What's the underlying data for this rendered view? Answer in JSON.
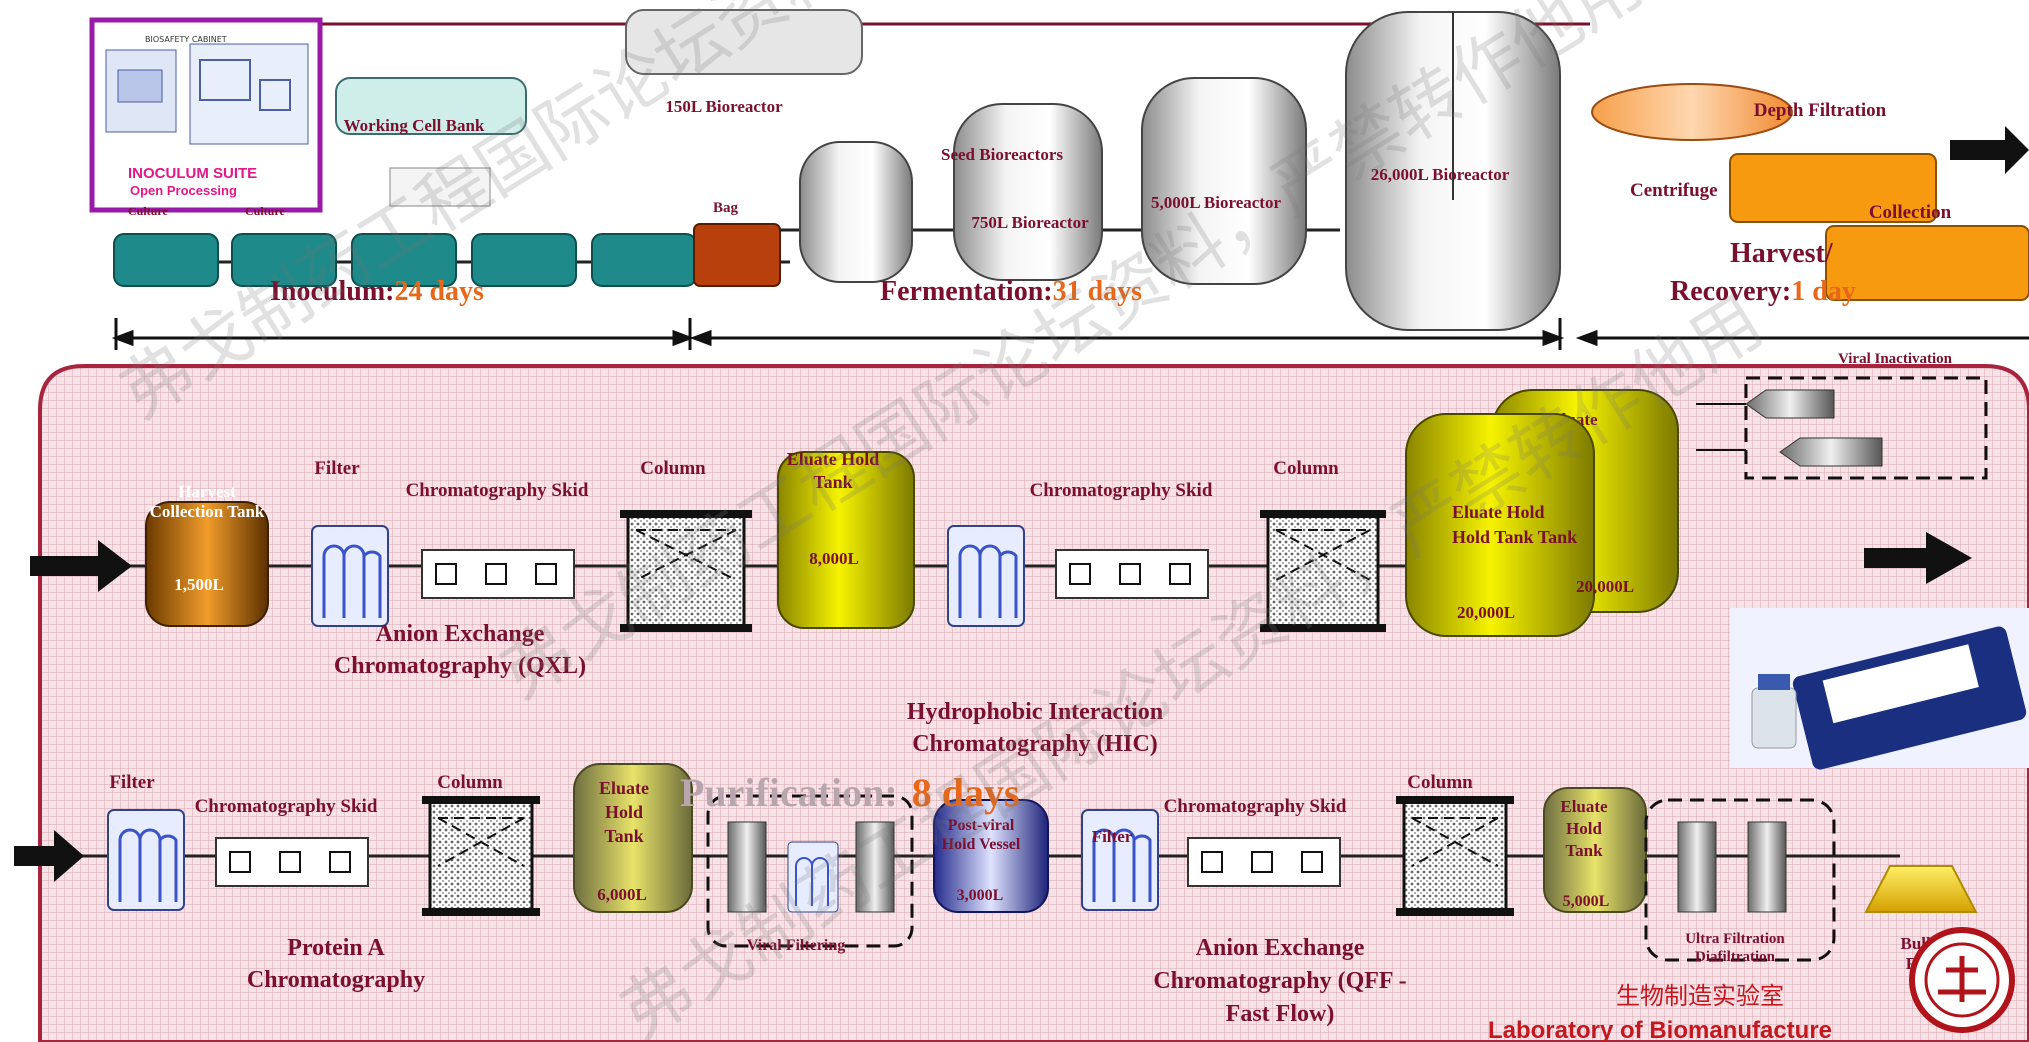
{
  "colors": {
    "maroon": "#7a0f2e",
    "orange": "#e8681a",
    "pink": "#f6dde2",
    "teal": "#1f8a8a",
    "yellow": "#e7e400"
  },
  "upstream": {
    "inoculum_thumb": {
      "header": "BIOSAFETY CABINET",
      "title": "INOCULUM SUITE",
      "subtitle": "Open Processing",
      "culture1": "Culture",
      "culture2": "Culture"
    },
    "working_cell_bank": "Working Cell Bank",
    "bioreactor_150": "150L Bioreactor",
    "bag": "Bag",
    "seed_bioreactors": "Seed Bioreactors",
    "bioreactor_750": "750L Bioreactor",
    "bioreactor_5000": "5,000L Bioreactor",
    "bioreactor_26000": "26,000L Bioreactor",
    "centrifuge": "Centrifuge",
    "depth_filtration": "Depth Filtration",
    "collection": "Collection",
    "inoculum_label": "Inoculum:",
    "inoculum_days": "24 days",
    "fermentation_label": "Fermentation:",
    "fermentation_days": "31 days",
    "harvest_label1": "Harvest/",
    "harvest_label2": "Recovery:",
    "harvest_days": "1 day"
  },
  "row1": {
    "harvest_tank": {
      "title": "Harvest Collection Tank",
      "volume": "1,500L"
    },
    "filter": "Filter",
    "skid": "Chromatography Skid",
    "column": "Column",
    "eluate_tank": {
      "title": "Eluate Hold Tank",
      "volume": "8,000L"
    },
    "skid2": "Chromatography Skid",
    "column2": "Column",
    "eluate_tank2": {
      "title": "Eluate Hold Hold Tank Tank",
      "volume_a": "20,000L",
      "volume_b": "20,000L",
      "back": "Eluate"
    },
    "viral_inactivation": "Viral Inactivation",
    "aex_label": "Anion Exchange Chromatography (QXL)",
    "hic_label": "Hydrophobic Interaction Chromatography (HIC)"
  },
  "row2": {
    "filter": "Filter",
    "skid": "Chromatography Skid",
    "column": "Column",
    "eluate_tank": {
      "title": "Eluate Hold Tank",
      "volume": "6,000L"
    },
    "viral_filtering": "Viral Filtering",
    "post_viral": {
      "title": "Post-viral Hold Vessel",
      "volume": "3,000L"
    },
    "filter2": "Filter",
    "skid2": "Chromatography Skid",
    "column2": "Column",
    "eluate_tank2": {
      "title": "Eluate Hold Tank",
      "volume": "5,000L"
    },
    "ultra": "Ultra Filtration Diafiltration",
    "bulk_fill": "Bulk Fill",
    "protein_a": "Protein A Chromatography",
    "aex2": "Anion Exchange Chromatography (QFF - Fast Flow)",
    "purification_label": "Purification:",
    "purification_days": "8 days"
  },
  "lab": {
    "cn": "生物制造实验室",
    "en": "Laboratory of Biomanufacture"
  },
  "watermark": "弗戈制药工程国际论坛资料，严禁转作他用"
}
